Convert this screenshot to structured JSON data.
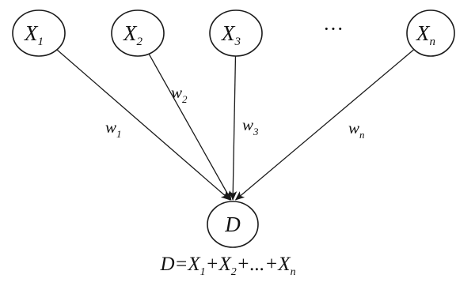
{
  "nodes": [
    {
      "id": "x1",
      "label": "X",
      "subscript": "1"
    },
    {
      "id": "x2",
      "label": "X",
      "subscript": "2"
    },
    {
      "id": "x3",
      "label": "X",
      "subscript": "3"
    },
    {
      "id": "xn",
      "label": "X",
      "subscript": "n"
    },
    {
      "id": "d",
      "label": "D",
      "subscript": ""
    }
  ],
  "ellipsis": "···",
  "edges": [
    {
      "from": "x1",
      "to": "d",
      "weight": "w",
      "subscript": "1"
    },
    {
      "from": "x2",
      "to": "d",
      "weight": "w",
      "subscript": "2"
    },
    {
      "from": "x3",
      "to": "d",
      "weight": "w",
      "subscript": "3"
    },
    {
      "from": "xn",
      "to": "d",
      "weight": "w",
      "subscript": "n"
    }
  ],
  "equation": {
    "parts": [
      {
        "text": "D=X",
        "sub": "1"
      },
      {
        "text": "+X",
        "sub": "2"
      },
      {
        "text": "+...+X",
        "sub": "n"
      }
    ]
  }
}
